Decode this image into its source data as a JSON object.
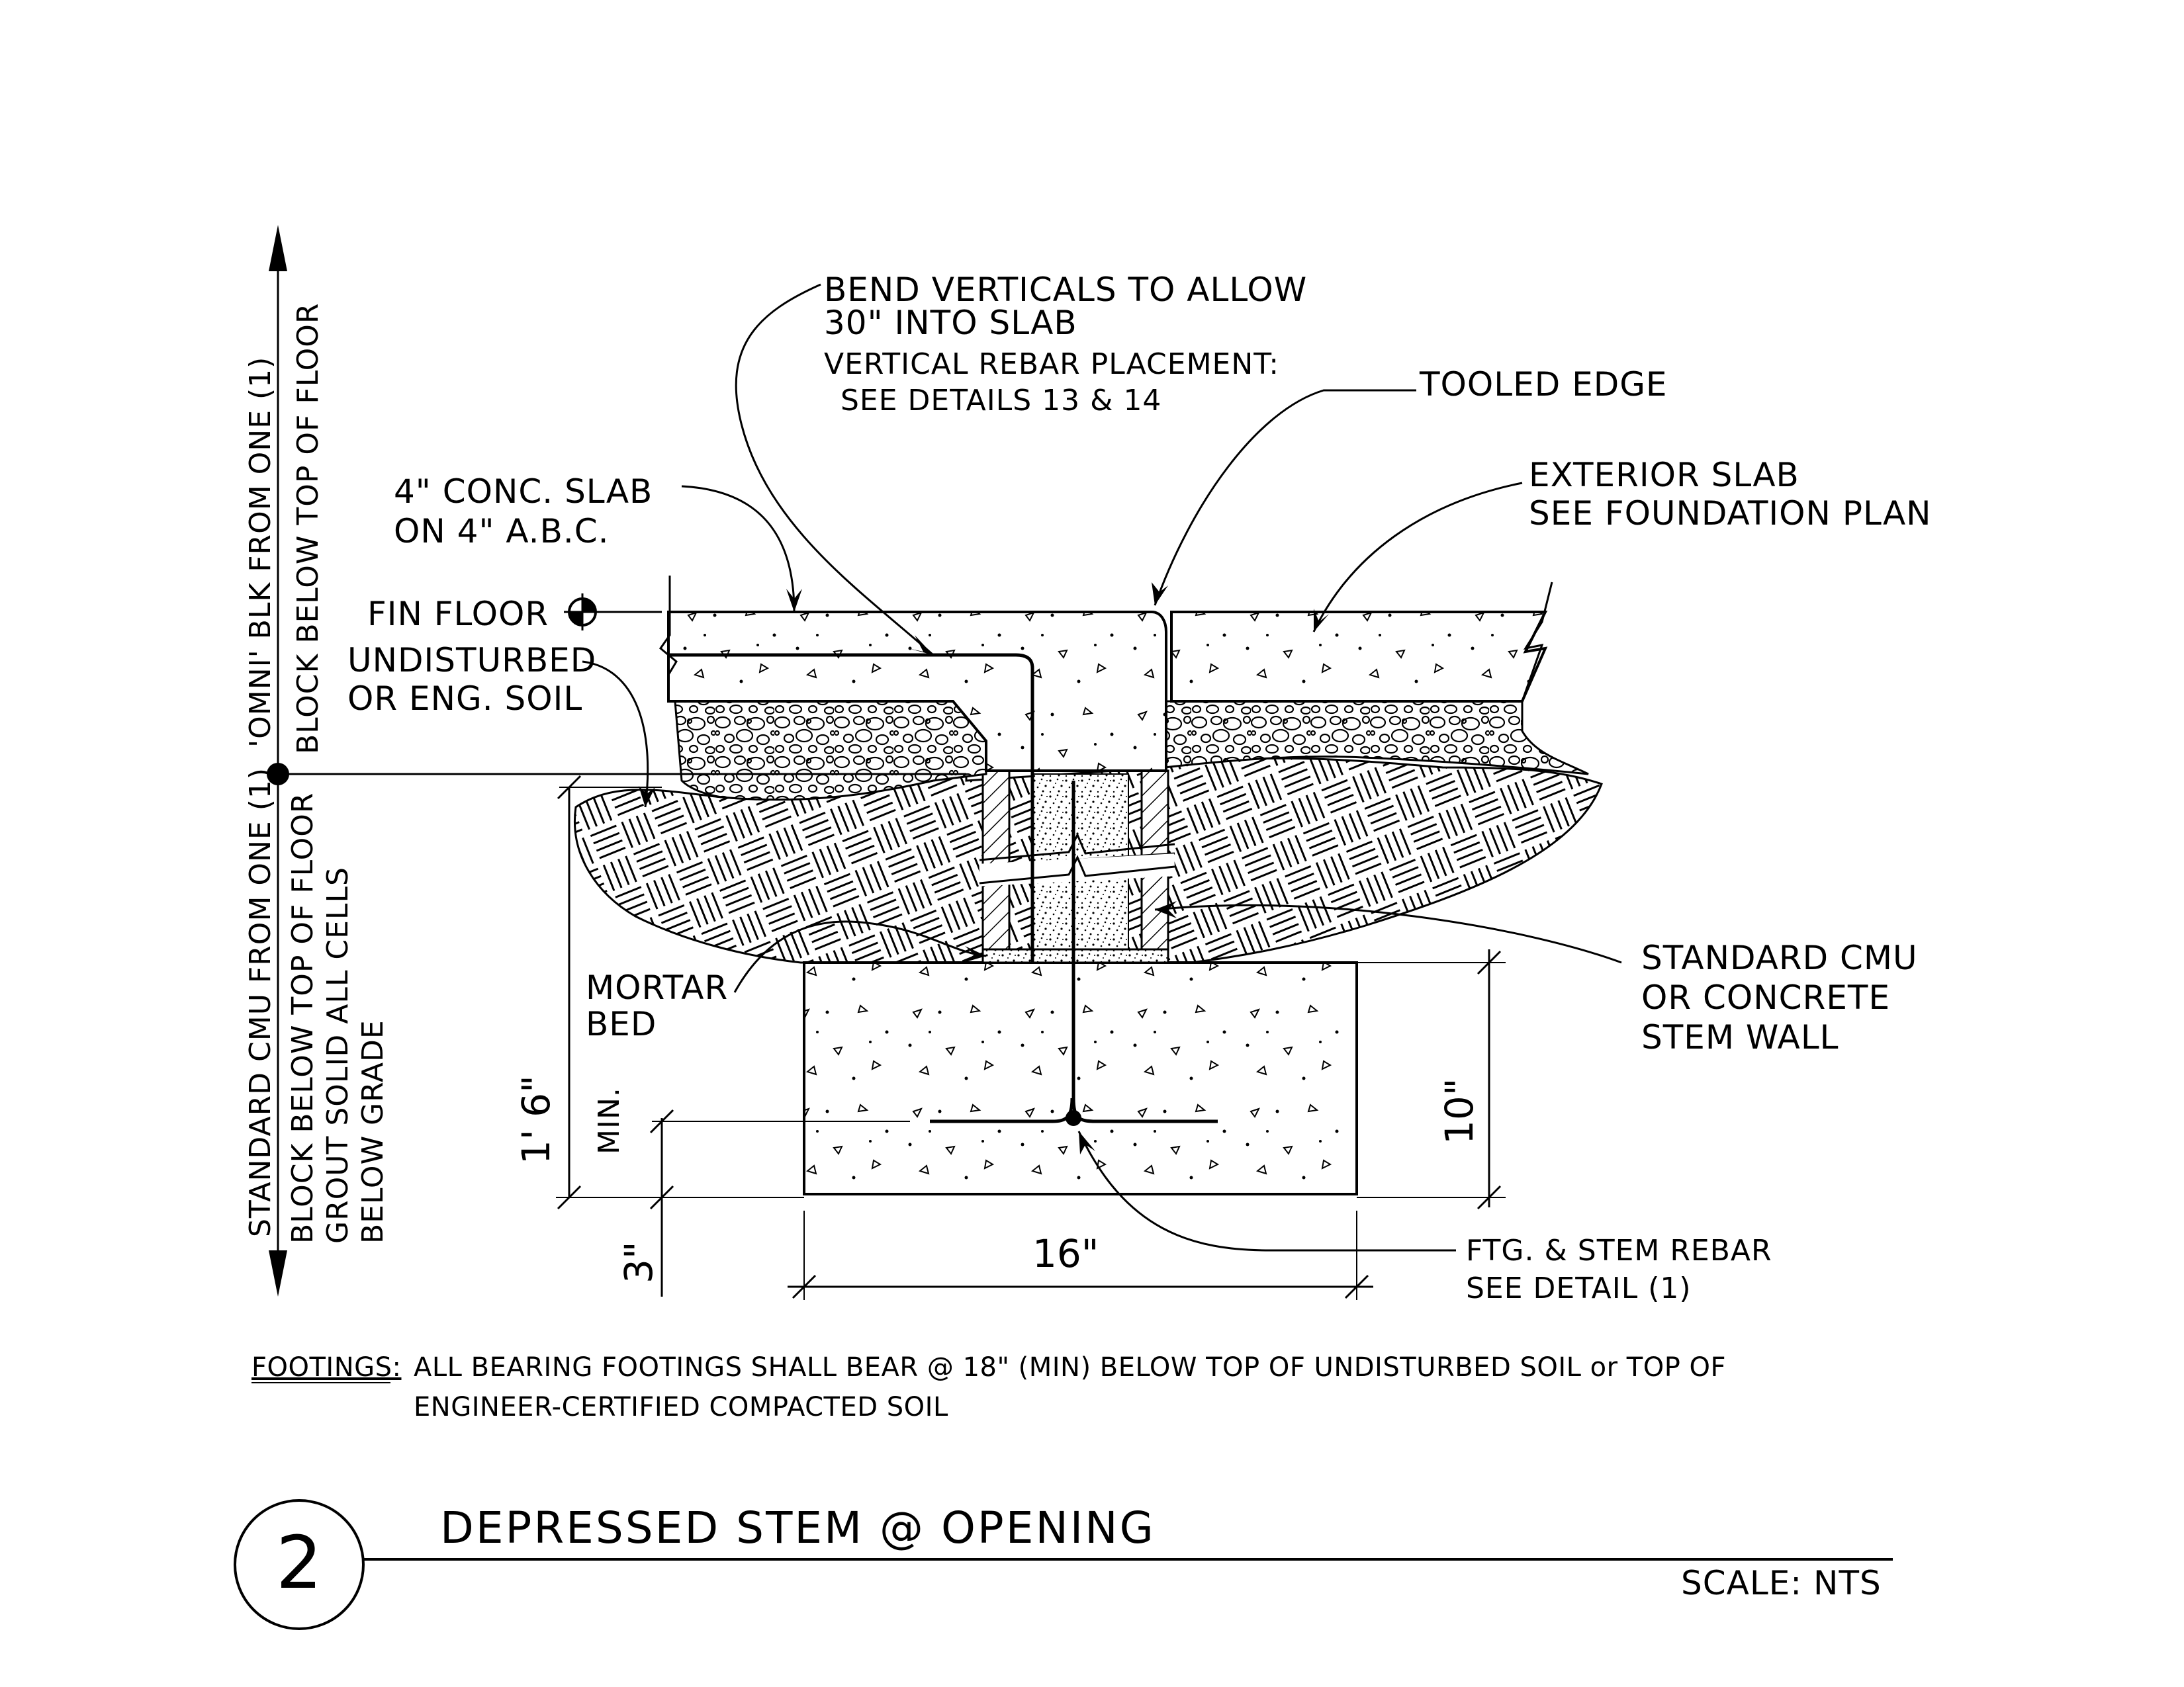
{
  "labels": {
    "bend_verticals_1": "BEND VERTICALS TO ALLOW",
    "bend_verticals_2": "30\" INTO SLAB",
    "vertical_rebar_1": "VERTICAL REBAR PLACEMENT:",
    "vertical_rebar_2": "SEE DETAILS 13 & 14",
    "tooled_edge": "TOOLED EDGE",
    "exterior_slab_1": "EXTERIOR SLAB",
    "exterior_slab_2": "SEE FOUNDATION PLAN",
    "conc_slab_1": "4\" CONC. SLAB",
    "conc_slab_2": "ON 4\" A.B.C.",
    "fin_floor": "FIN FLOOR",
    "undisturbed_1": "UNDISTURBED",
    "undisturbed_2": "OR ENG. SOIL",
    "mortar_1": "MORTAR",
    "mortar_2": "BED",
    "stem_wall_1": "STANDARD CMU",
    "stem_wall_2": "OR CONCRETE",
    "stem_wall_3": "STEM WALL",
    "rebar_1": "FTG. & STEM REBAR",
    "rebar_2": "SEE DETAIL (1)"
  },
  "vertical_notes": {
    "omni_1": "'OMNI' BLK FROM ONE (1)",
    "omni_2": "BLOCK BELOW TOP OF FLOOR",
    "cmu_1": "STANDARD CMU FROM ONE (1)",
    "cmu_2": "BLOCK BELOW TOP OF FLOOR",
    "cmu_3": "GROUT SOLID ALL CELLS",
    "cmu_4": "BELOW GRADE"
  },
  "dimensions": {
    "depth": "1' 6\"",
    "min": "MIN.",
    "bar_cover": "3\"",
    "footing_width": "16\"",
    "footing_depth": "10\""
  },
  "footnote": {
    "heading": "FOOTINGS:",
    "line_1": "ALL BEARING FOOTINGS SHALL BEAR @ 18\" (MIN) BELOW TOP OF UNDISTURBED SOIL or TOP OF",
    "line_2": "ENGINEER-CERTIFIED COMPACTED SOIL"
  },
  "title_block": {
    "number": "2",
    "title": "DEPRESSED STEM @ OPENING",
    "scale": "SCALE: NTS"
  }
}
